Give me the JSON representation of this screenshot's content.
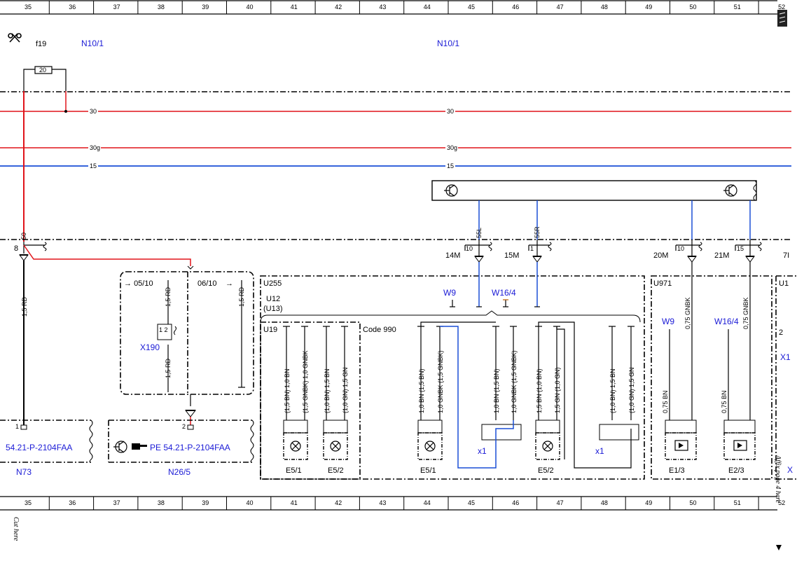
{
  "ruler": {
    "top": [
      "35",
      "36",
      "37",
      "38",
      "39",
      "40",
      "41",
      "42",
      "43",
      "44",
      "45",
      "46",
      "47",
      "48",
      "49",
      "50",
      "51",
      "52"
    ],
    "bottom": [
      "35",
      "36",
      "37",
      "38",
      "39",
      "40",
      "41",
      "42",
      "43",
      "44",
      "45",
      "46",
      "47",
      "48",
      "49",
      "50",
      "51",
      "52"
    ]
  },
  "header": {
    "f19": "f19",
    "n10_left": "N10/1",
    "n10_right": "N10/1",
    "fuse": "20"
  },
  "buses": {
    "b30": "30",
    "b30g": "30g",
    "b15": "15"
  },
  "connectors": {
    "c8": "8",
    "c50": "50",
    "c14m": "14M",
    "c15m": "15M",
    "c20m": "20M",
    "c21m": "21M",
    "c7": "7I",
    "pin10a": "10",
    "pin1a": "1",
    "pin10b": "10",
    "pin15b": "15",
    "l55l": "55L",
    "l55r": "55R"
  },
  "left": {
    "wire": "1,5 RD",
    "code": "54.21-P-2104FAA",
    "module": "N73",
    "pin1": "1"
  },
  "mid": {
    "b1": "05/10",
    "b2": "06/10",
    "w1": "1,5 RD",
    "w2": "1,5 RD",
    "w3": "1,5 RD",
    "x190": "X190",
    "pin12": "1 2",
    "code": "PE 54.21-P-2104FAA",
    "module": "N26/5",
    "pin2": "2"
  },
  "u255": {
    "u255": "U255",
    "u12": "U12",
    "u13": "(U13)",
    "u19": "U19",
    "code990": "Code 990",
    "w9": "W9",
    "w164": "W16/4",
    "wires": [
      "(1,5 BN) 1,0 BN",
      "(1,5 GNBK) 1,0 GNBK",
      "(1,0 BN) 1,5 BN",
      "(1,0 GN) 1,5 GN",
      "1,0 BN (1,5 BN)",
      "1,0 GNBK (1,5 GNBK)",
      "1,0 BN (1,5 BN)",
      "1,0 GNBK (1,5 GNBK)",
      "1,5 BN (1,0 BN)",
      "1,5 GN (1,0 GN)",
      "(1,0 BN) 1,5 BN",
      "(1,0 GN) 1,5 GN"
    ],
    "e51a": "E5/1",
    "e52a": "E5/2",
    "e51b": "E5/1",
    "e52b": "E5/2",
    "x1a": "x1",
    "x1b": "x1"
  },
  "u971": {
    "u971": "U971",
    "w9": "W9",
    "w164": "W16/4",
    "wires": [
      "0,75 GNBK",
      "0,75 GNBK",
      "0,75 BN",
      "0,75 BN"
    ],
    "e13": "E1/3",
    "e23": "E2/3"
  },
  "edge": {
    "u1": "U1",
    "x1": "X1",
    "x": "X",
    "two": "2"
  },
  "margin": {
    "cut": "Cut here",
    "affix": "Affix page 4 here"
  },
  "colors": {
    "red": "#e0141a",
    "blue": "#1a4fd6",
    "label_blue": "#1a1ad6"
  }
}
